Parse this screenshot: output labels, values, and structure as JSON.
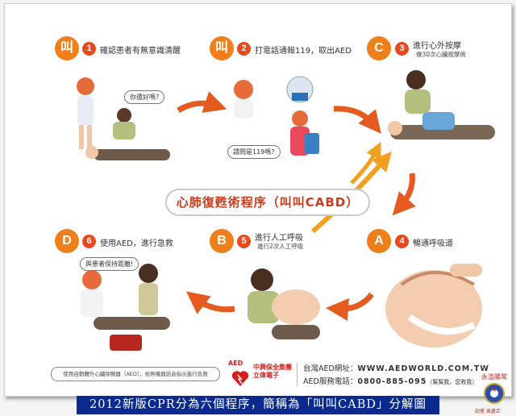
{
  "diagram": {
    "center_title": "心肺復甦術程序（叫叫CABD）",
    "steps": [
      {
        "letter": "叫",
        "number": "1",
        "label": "確認患者有無意識清醒",
        "sub": ""
      },
      {
        "letter": "叫",
        "number": "2",
        "label": "打電話通報119，取出AED",
        "sub": ""
      },
      {
        "letter": "C",
        "number": "3",
        "label": "進行心外按摩",
        "sub": "做30次心臟按摩術"
      },
      {
        "letter": "A",
        "number": "4",
        "label": "暢通呼吸道",
        "sub": ""
      },
      {
        "letter": "B",
        "number": "5",
        "label": "進行人工呼吸",
        "sub": "進行2次人工呼吸"
      },
      {
        "letter": "D",
        "number": "6",
        "label": "使用AED，進行急救",
        "sub": ""
      }
    ],
    "bubbles": {
      "ask_ok": "你還好嗎?",
      "ask_119": "請問是119嗎?",
      "keep_distance": "與患者保持距離!"
    },
    "aed_note": "使用自動體外心臟除顫器（AED），依照機器語音指示進行急救",
    "logo": {
      "aed_mark": "AED",
      "org_line1": "中興保全集團",
      "org_line2": "立偉電子"
    },
    "contact": {
      "website_label": "台灣AED網址：",
      "website": "WWW.AEDWORLD.COM.TW",
      "phone_label": "AED服務電話：",
      "phone": "0800-885-095",
      "phone_note": "（幫幫我，您救我）"
    }
  },
  "banner": "2012新版CPR分為六個程序，簡稱為「叫叫CABD」分解圖",
  "seal": {
    "line1": "永浩陽常",
    "line2": "記者 吳盛正"
  },
  "colors": {
    "accent": "#ef7f1a",
    "number": "#e8491d",
    "title": "#cf3b1b",
    "banner": "#0b2a8f"
  }
}
